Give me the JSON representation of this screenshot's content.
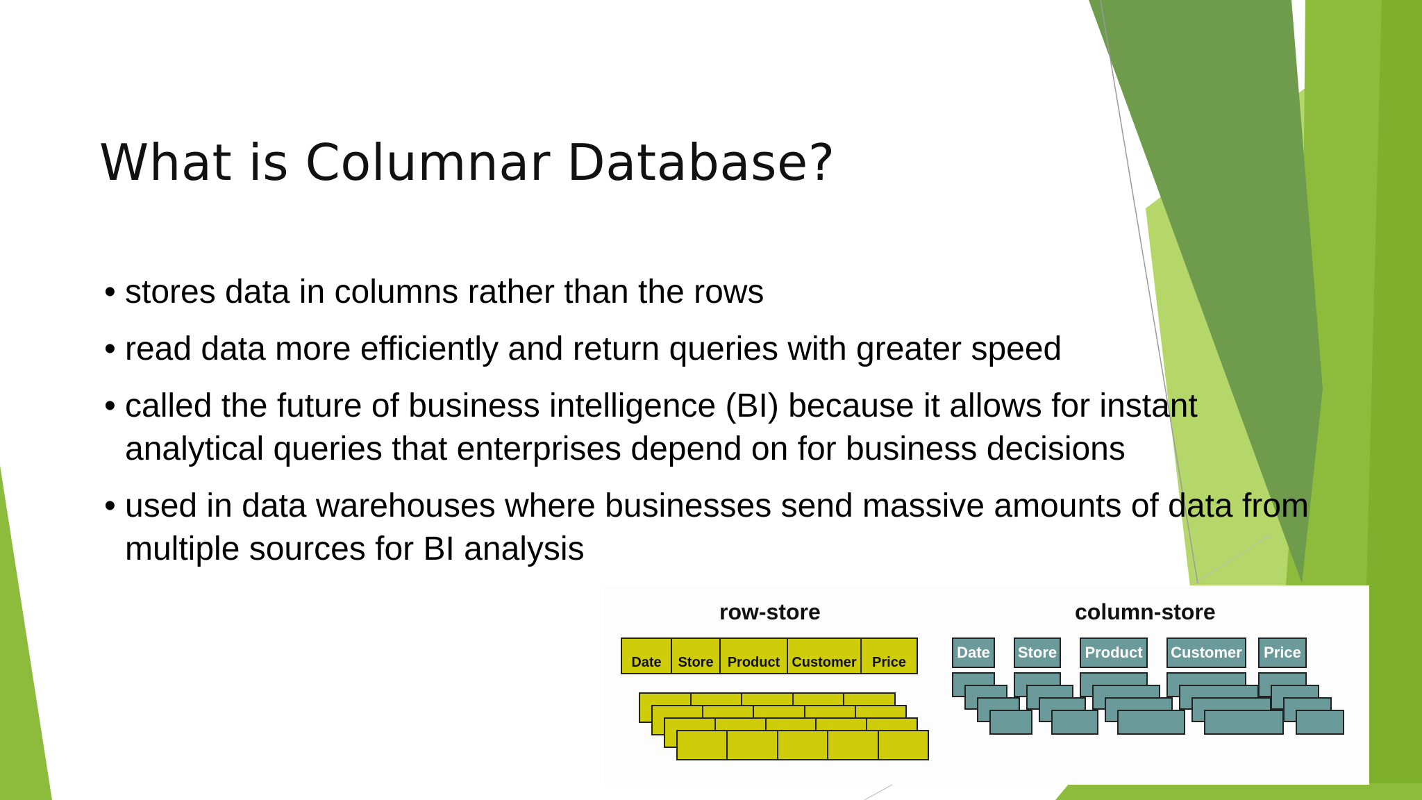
{
  "slide": {
    "title": "What is Columnar Database?",
    "bullets": [
      "stores data in columns rather than the rows",
      "read data more efficiently and return queries with greater speed",
      "called the future of business intelligence (BI) because it allows for instant analytical queries that enterprises depend on for business decisions",
      "used in data warehouses where businesses send massive amounts of data from multiple sources for BI analysis"
    ]
  },
  "diagram": {
    "row_store_title": "row-store",
    "column_store_title": "column-store",
    "columns": [
      "Date",
      "Store",
      "Product",
      "Customer",
      "Price"
    ]
  },
  "colors": {
    "green_dark": "#6f9b4d",
    "green_mid": "#8dbc3c",
    "green_light": "#b5d76a",
    "row_fill": "#cfcd0a",
    "column_fill": "#6b9a9a"
  }
}
